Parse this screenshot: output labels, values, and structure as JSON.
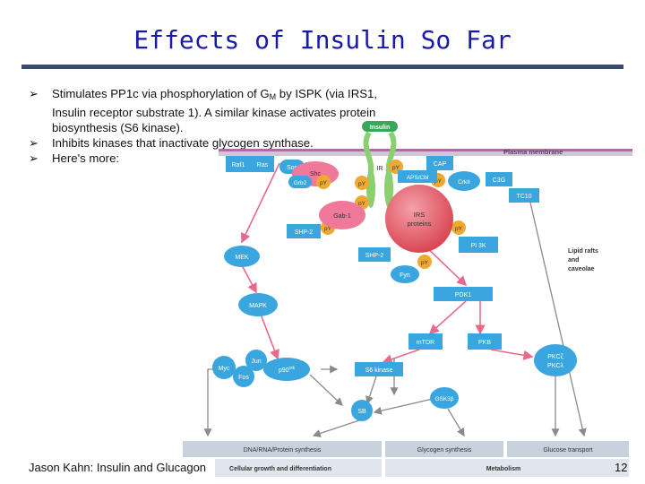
{
  "slide": {
    "title": "Effects of Insulin So Far",
    "bullets": [
      {
        "pre": "Stimulates PP1c via phosphorylation of G",
        "sub": "M",
        "post": " by ISPK (via IRS1, Insulin receptor substrate 1). A similar kinase activates protein biosynthesis (S6 kinase)."
      },
      {
        "pre": "Inhibits kinases that inactivate glycogen synthase.",
        "sub": "",
        "post": ""
      },
      {
        "pre": "Here's more:",
        "sub": "",
        "post": ""
      }
    ],
    "bullet_icon": "arrowhead-bullet-icon",
    "footer": "Jason Kahn: Insulin and Glucagon",
    "page_number": "12",
    "colors": {
      "title": "#1a1aa8",
      "rule": "#3a4c6a",
      "node": "#3aa6df",
      "py": "#f0a830",
      "irs": "#e0485a",
      "pathway": "#f07898"
    }
  },
  "diagram": {
    "insulin": "Insulin",
    "plasma_membrane": "Plasma membrane",
    "ir": "IR",
    "py": "pY",
    "nodes": {
      "raf1": "Raf1",
      "ras": "Ras",
      "sos": "Sos",
      "shc": "Shc",
      "grb2": "Grb2",
      "cap": "CAP",
      "aps_cbl": "APS/Cbl",
      "crkii": "CrkII",
      "c3g": "C3G",
      "tc10": "TC10",
      "gab1": "Gab-1",
      "irs_line1": "IRS",
      "irs_line2": "proteins",
      "shp2_a": "SHP-2",
      "shp2_b": "SHP-2",
      "fyn": "Fyn",
      "pi3k": "PI 3K",
      "mek": "MEK",
      "mapk": "MAPK",
      "pdk1": "PDK1",
      "mtor": "mTOR",
      "pkb": "PKB",
      "myc": "Myc",
      "jun": "Jun",
      "fos": "Fos",
      "p90": "p90",
      "p90_sup": "rsk",
      "s6k": "S6 kinase",
      "gsk3": "GSK3β",
      "sb": "SB",
      "pkc_line1": "PKCζ",
      "pkc_line2": "PKCλ"
    },
    "lipid_rafts": [
      "Lipid rafts",
      "and",
      "caveolae"
    ],
    "bottom_bars": {
      "dna": "DNA/RNA/Protein synthesis",
      "glycogen": "Glycogen synthesis",
      "glucose": "Glucose transport",
      "cellular": "Cellular growth and differentiation",
      "metabolism": "Metabolism"
    }
  }
}
